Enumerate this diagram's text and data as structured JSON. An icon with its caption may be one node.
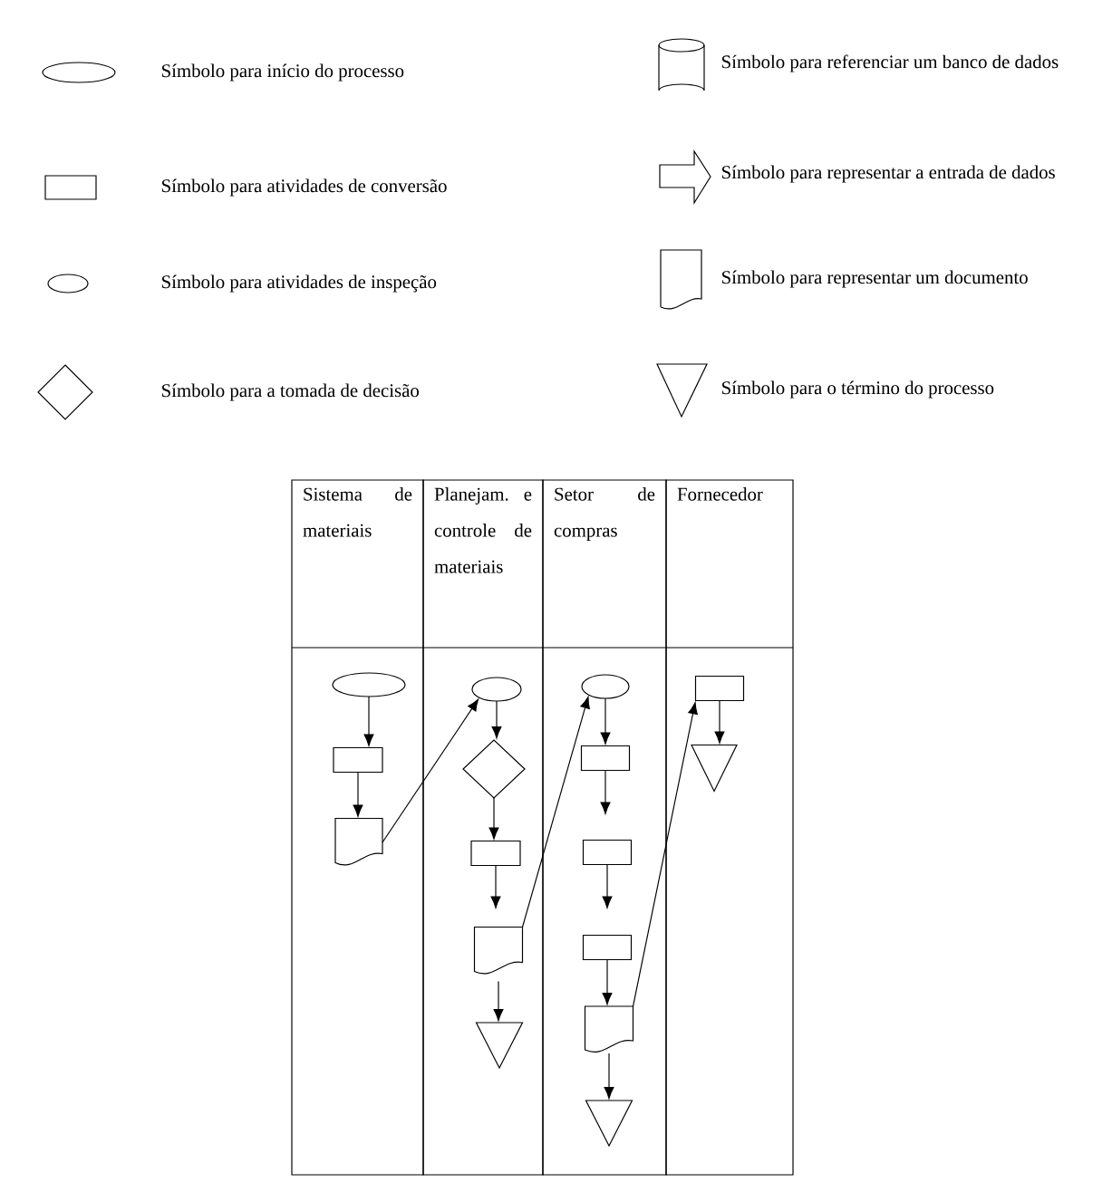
{
  "diagram": {
    "nodes": [
      {
        "text": [
          "Sistema de materiais"
        ]
      },
      {
        "text": [],
        "shape": "ellipse",
        "in": 0
      },
      {
        "text": [],
        "shape": "box",
        "in": 0
      },
      {
        "text": [],
        "shape": "document",
        "in": 0
      },
      {
        "text": [
          "Planejam. e controle de materiais"
        ]
      },
      {
        "text": [],
        "shape": "ellipse",
        "in": 4
      },
      {
        "text": [],
        "shape": "diamond",
        "in": 4
      },
      {
        "text": [],
        "shape": "box",
        "in": 4
      },
      {
        "text": [],
        "shape": "document",
        "in": 4
      },
      {
        "text": [],
        "shape": "triangle",
        "in": 4
      },
      {
        "text": [
          "Setor de compras"
        ]
      },
      {
        "text": [],
        "shape": "ellipse",
        "in": 10
      },
      {
        "text": [],
        "shape": "box",
        "in": 10
      },
      {
        "text": [],
        "shape": "box",
        "in": 10
      },
      {
        "text": [],
        "shape": "box",
        "in": 10
      },
      {
        "text": [],
        "shape": "document",
        "in": 10
      },
      {
        "text": [],
        "shape": "triangle",
        "in": 10
      },
      {
        "text": [
          "Fornecedor"
        ]
      },
      {
        "text": [],
        "shape": "box",
        "in": 17
      },
      {
        "text": [],
        "shape": "triangle",
        "in": 17
      }
    ],
    "edges": [
      {
        "from": 1,
        "to": 2,
        "arrow": "to"
      },
      {
        "from": 2,
        "to": 3,
        "arrow": "to"
      },
      {
        "from": 3,
        "to": 5,
        "arrow": "to"
      },
      {
        "from": 5,
        "to": 6,
        "arrow": "to"
      },
      {
        "from": 6,
        "to": 7,
        "arrow": "to"
      },
      {
        "from": 7,
        "to": 8,
        "arrow": "to"
      },
      {
        "from": 8,
        "to": 9,
        "arrow": "to"
      },
      {
        "from": 8,
        "to": 11,
        "arrow": "to"
      },
      {
        "from": 11,
        "to": 12,
        "arrow": "to"
      },
      {
        "from": 12,
        "to": 13,
        "arrow": "to"
      },
      {
        "from": 13,
        "to": 14,
        "arrow": "to"
      },
      {
        "from": 14,
        "to": 15,
        "arrow": "to"
      },
      {
        "from": 15,
        "to": 16,
        "arrow": "to"
      },
      {
        "from": 15,
        "to": 18,
        "arrow": "to"
      },
      {
        "from": 18,
        "to": 19,
        "arrow": "to"
      }
    ],
    "legend": [
      {
        "text": "Símbolo para início do processo"
      },
      {
        "text": "Símbolo para referenciar um banco de dados"
      },
      {
        "text": "Símbolo para atividades de conversão"
      },
      {
        "text": "Símbolo para representar a entrada de dados"
      },
      {
        "text": "Símbolo para atividades de inspeção"
      },
      {
        "text": "Símbolo para representar um documento"
      },
      {
        "text": "Símbolo para a tomada de decisão"
      },
      {
        "text": "Símbolo para o término do processo"
      }
    ]
  }
}
